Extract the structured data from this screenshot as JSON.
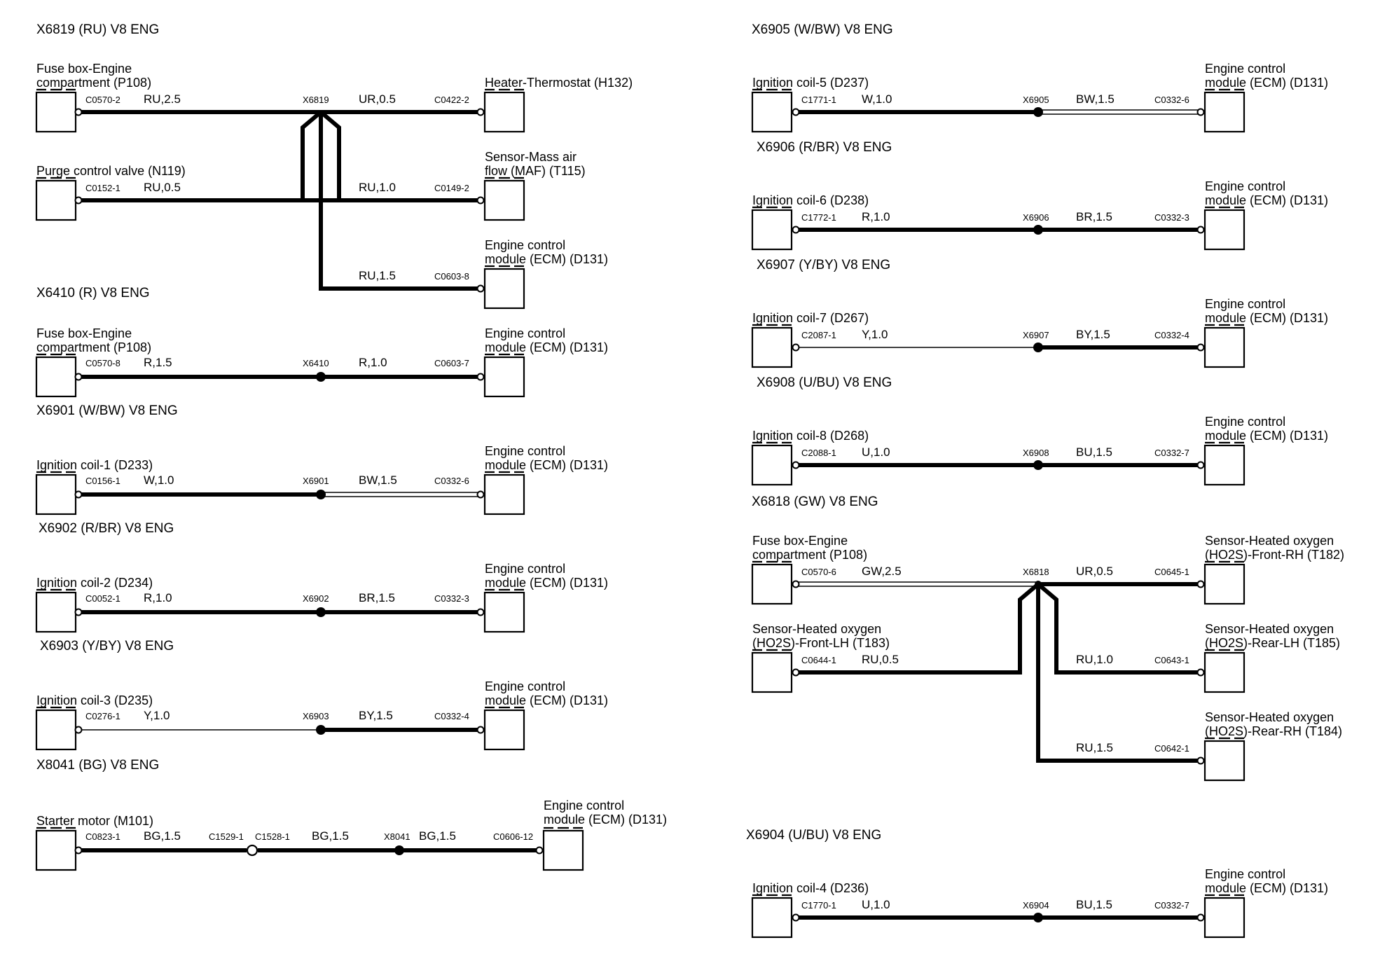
{
  "circuits": {
    "x6819": {
      "title": "X6819 (RU) V8 ENG",
      "splice": "X6819",
      "fuse_box": {
        "name1": "Fuse box-Engine",
        "name2": "compartment (P108)",
        "pin": "C0570-2",
        "wire": "RU,2.5"
      },
      "heater": {
        "name1": "Heater-Thermostat (H132)",
        "pin": "C0422-2",
        "wire": "UR,0.5"
      },
      "purge": {
        "name1": "Purge control valve (N119)",
        "pin": "C0152-1",
        "wire": "RU,0.5"
      },
      "maf": {
        "name1": "Sensor-Mass air",
        "name2": "flow (MAF) (T115)",
        "pin": "C0149-2",
        "wire": "RU,1.0"
      },
      "ecm": {
        "name1": "Engine control",
        "name2": "module (ECM) (D131)",
        "pin": "C0603-8",
        "wire": "RU,1.5"
      }
    },
    "x6410": {
      "title": "X6410 (R) V8 ENG",
      "splice": "X6410",
      "left": {
        "name1": "Fuse box-Engine",
        "name2": "compartment (P108)",
        "pin": "C0570-8",
        "wire": "R,1.5"
      },
      "right": {
        "name1": "Engine control",
        "name2": "module (ECM) (D131)",
        "pin": "C0603-7",
        "wire": "R,1.0"
      }
    },
    "x6901": {
      "title": "X6901 (W/BW) V8 ENG",
      "splice": "X6901",
      "left": {
        "name1": "Ignition coil-1 (D233)",
        "pin": "C0156-1",
        "wire": "W,1.0"
      },
      "right": {
        "name1": "Engine control",
        "name2": "module (ECM) (D131)",
        "pin": "C0332-6",
        "wire": "BW,1.5"
      }
    },
    "x6902": {
      "title": "X6902 (R/BR) V8 ENG",
      "splice": "X6902",
      "left": {
        "name1": "Ignition coil-2 (D234)",
        "pin": "C0052-1",
        "wire": "R,1.0"
      },
      "right": {
        "name1": "Engine control",
        "name2": "module (ECM) (D131)",
        "pin": "C0332-3",
        "wire": "BR,1.5"
      }
    },
    "x6903": {
      "title": "X6903 (Y/BY) V8 ENG",
      "splice": "X6903",
      "left": {
        "name1": "Ignition coil-3 (D235)",
        "pin": "C0276-1",
        "wire": "Y,1.0"
      },
      "right": {
        "name1": "Engine control",
        "name2": "module (ECM) (D131)",
        "pin": "C0332-4",
        "wire": "BY,1.5"
      }
    },
    "x8041": {
      "title": "X8041 (BG) V8 ENG",
      "splice": "X8041",
      "left": {
        "name1": "Starter motor (M101)",
        "pin": "C0823-1",
        "wire": "BG,1.5"
      },
      "inline": {
        "pin_a": "C1529-1",
        "pin_b": "C1528-1",
        "wire": "BG,1.5"
      },
      "right": {
        "name1": "Engine control",
        "name2": "module (ECM) (D131)",
        "pin": "C0606-12",
        "wire": "BG,1.5"
      }
    },
    "x6905": {
      "title": "X6905 (W/BW) V8 ENG",
      "splice": "X6905",
      "left": {
        "name1": "Ignition coil-5 (D237)",
        "pin": "C1771-1",
        "wire": "W,1.0"
      },
      "right": {
        "name1": "Engine control",
        "name2": "module (ECM) (D131)",
        "pin": "C0332-6",
        "wire": "BW,1.5"
      }
    },
    "x6906": {
      "title": "X6906 (R/BR) V8 ENG",
      "splice": "X6906",
      "left": {
        "name1": "Ignition coil-6 (D238)",
        "pin": "C1772-1",
        "wire": "R,1.0"
      },
      "right": {
        "name1": "Engine control",
        "name2": "module (ECM) (D131)",
        "pin": "C0332-3",
        "wire": "BR,1.5"
      }
    },
    "x6907": {
      "title": "X6907 (Y/BY) V8 ENG",
      "splice": "X6907",
      "left": {
        "name1": "Ignition coil-7 (D267)",
        "pin": "C2087-1",
        "wire": "Y,1.0"
      },
      "right": {
        "name1": "Engine control",
        "name2": "module (ECM) (D131)",
        "pin": "C0332-4",
        "wire": "BY,1.5"
      }
    },
    "x6908": {
      "title": "X6908 (U/BU) V8 ENG",
      "splice": "X6908",
      "left": {
        "name1": "Ignition coil-8 (D268)",
        "pin": "C2088-1",
        "wire": "U,1.0"
      },
      "right": {
        "name1": "Engine control",
        "name2": "module (ECM) (D131)",
        "pin": "C0332-7",
        "wire": "BU,1.5"
      }
    },
    "x6818": {
      "title": "X6818 (GW) V8 ENG",
      "splice": "X6818",
      "fuse_box": {
        "name1": "Fuse box-Engine",
        "name2": "compartment (P108)",
        "pin": "C0570-6",
        "wire": "GW,2.5"
      },
      "front_rh": {
        "name1": "Sensor-Heated oxygen",
        "name2": "(HO2S)-Front-RH (T182)",
        "pin": "C0645-1",
        "wire": "UR,0.5"
      },
      "front_lh": {
        "name1": "Sensor-Heated oxygen",
        "name2": "(HO2S)-Front-LH (T183)",
        "pin": "C0644-1",
        "wire": "RU,0.5"
      },
      "rear_lh": {
        "name1": "Sensor-Heated oxygen",
        "name2": "(HO2S)-Rear-LH (T185)",
        "pin": "C0643-1",
        "wire": "RU,1.0"
      },
      "rear_rh": {
        "name1": "Sensor-Heated oxygen",
        "name2": "(HO2S)-Rear-RH (T184)",
        "pin": "C0642-1",
        "wire": "RU,1.5"
      }
    },
    "x6904": {
      "title": "X6904 (U/BU) V8 ENG",
      "splice": "X6904",
      "left": {
        "name1": "Ignition coil-4 (D236)",
        "pin": "C1770-1",
        "wire": "U,1.0"
      },
      "right": {
        "name1": "Engine control",
        "name2": "module (ECM) (D131)",
        "pin": "C0332-7",
        "wire": "BU,1.5"
      }
    }
  }
}
